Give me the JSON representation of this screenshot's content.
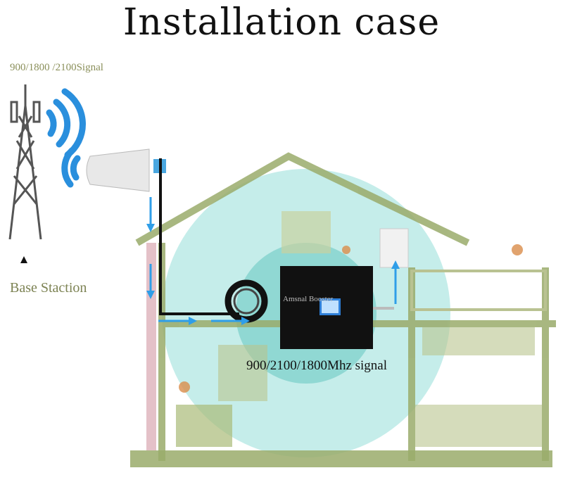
{
  "title": "Installation case",
  "signal_bands_label": "900/1800 /2100Signal",
  "base_station_label": "Base Staction",
  "booster_signal_label": "900/2100/1800Mhz signal",
  "booster_brand": "Amsnal Booster",
  "colors": {
    "house": "#9aab6b",
    "coverage": "#7fd6d0",
    "arrow": "#2f9ee8",
    "signal_wave": "#2a8fdd",
    "booster": "#111111"
  },
  "icons": [
    "cell-tower-icon",
    "signal-waves-icon",
    "outdoor-antenna-icon",
    "cable-coil-icon",
    "indoor-panel-antenna-icon",
    "signal-booster-icon"
  ]
}
